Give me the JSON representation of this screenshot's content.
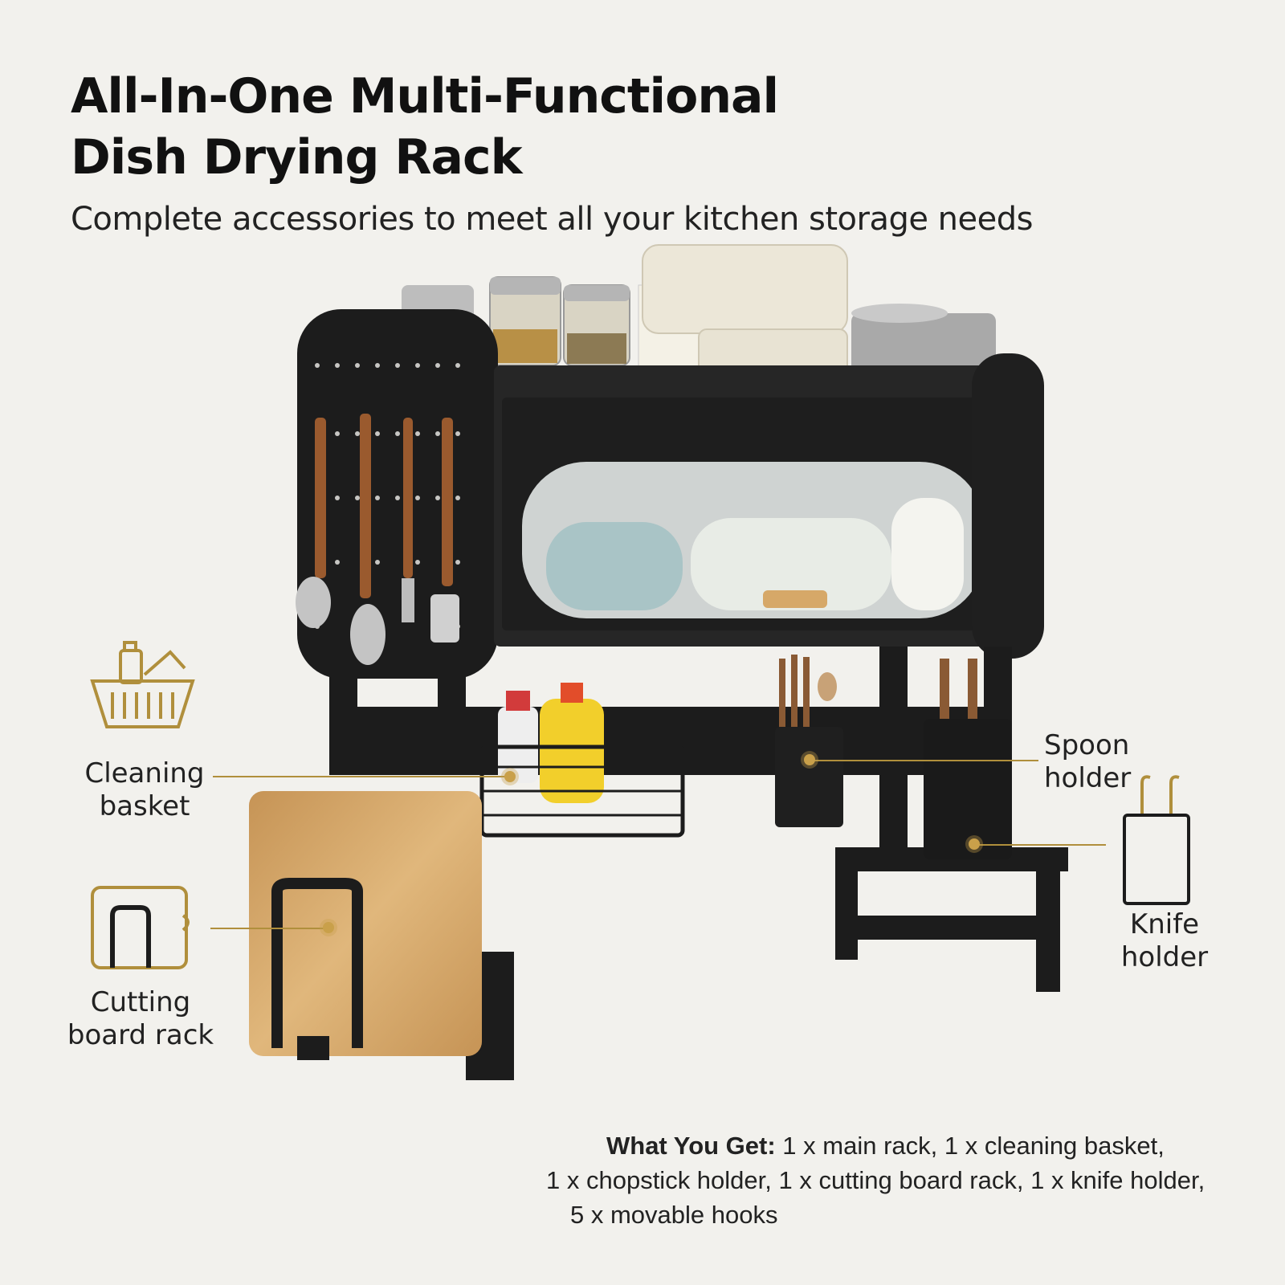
{
  "header": {
    "title_line1": "All-In-One Multi-Functional",
    "title_line2": "Dish Drying Rack",
    "subtitle": "Complete accessories to meet all your kitchen storage needs"
  },
  "callouts": {
    "cleaning_basket": {
      "line1": "Cleaning",
      "line2": "basket",
      "icon": "basket-icon"
    },
    "cutting_board_rack": {
      "line1": "Cutting",
      "line2": "board rack",
      "icon": "board-rack-icon"
    },
    "spoon_holder": {
      "line1": "Spoon",
      "line2": "holder"
    },
    "knife_holder": {
      "line1": "Knife",
      "line2": "holder",
      "icon": "knife-block-icon"
    }
  },
  "what_you_get": {
    "label": "What You Get:",
    "line1": "1 x main rack, 1 x cleaning basket,",
    "line2": "1 x chopstick holder, 1 x cutting board rack, 1 x knife holder,",
    "line3": "5 x movable hooks"
  },
  "colors": {
    "background": "#f2f1ed",
    "accent_gold": "#c9a04a",
    "rack_black": "#1c1c1c",
    "wood": "#d6a868"
  }
}
